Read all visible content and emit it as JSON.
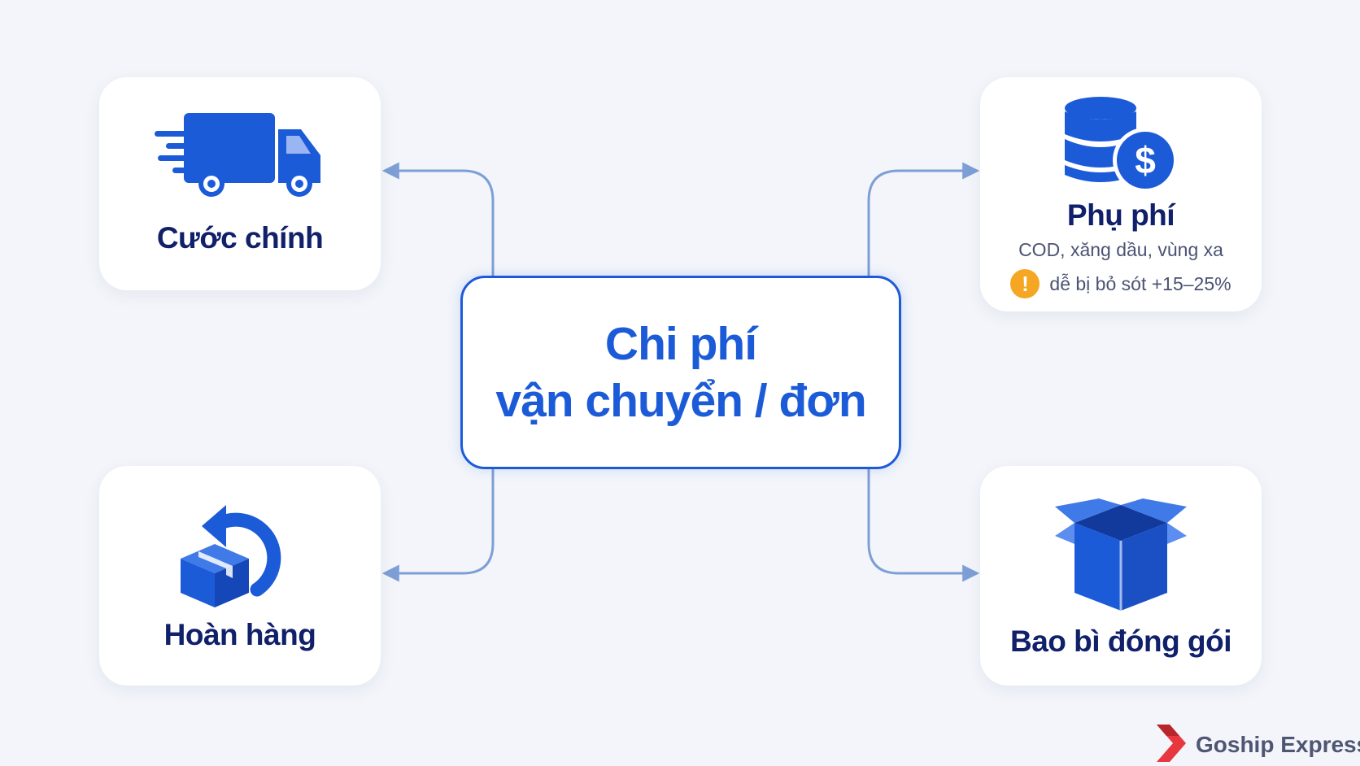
{
  "diagram": {
    "center": {
      "line1": "Chi phí",
      "line2": "vận chuyển / đơn"
    },
    "nodes": {
      "main_fee": {
        "label": "Cước chính",
        "icon": "delivery-truck-icon"
      },
      "return": {
        "label": "Hoàn hàng",
        "icon": "box-return-icon"
      },
      "surcharge": {
        "label": "Phụ phí",
        "subtitle": "COD, xăng dầu, vùng xa",
        "warning": "dễ bị bỏ sót +15–25%",
        "warning_icon": "!",
        "icon": "coins-dollar-icon"
      },
      "packaging": {
        "label": "Bao bì đóng gói",
        "icon": "open-box-icon"
      }
    }
  },
  "brand": {
    "name": "Goship Express",
    "logo": "chevron-logo-icon"
  },
  "colors": {
    "primary": "#1c5bd8",
    "dark_text": "#10206a",
    "connector": "#7d9fd6",
    "warning": "#f5a623",
    "brand_red": "#e8383f",
    "background": "#f3f5fa"
  }
}
